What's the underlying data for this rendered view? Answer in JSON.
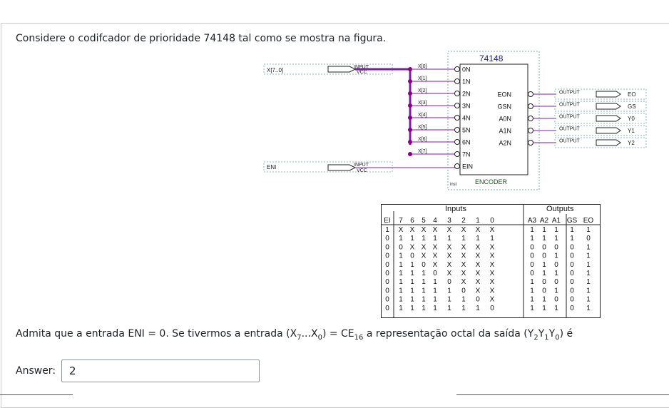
{
  "question": {
    "intro": "Considere o codifcador de prioridade 74148 tal como se mostra na figura.",
    "prompt_lead": "Admita que a entrada ENI = 0. Se tivermos a entrada (X",
    "prompt_sub7": "7",
    "prompt_dots": "...X",
    "prompt_sub0": "0",
    "prompt_eq": ") = CE",
    "prompt_sub16": "16",
    "prompt_mid": " a representação octal da saída (Y",
    "prompt_sub2": "2",
    "prompt_y1": "Y",
    "prompt_sub1": "1",
    "prompt_y0": "Y",
    "prompt_sub0b": "0",
    "prompt_tail": ") é"
  },
  "figure": {
    "input_bus": "X[7..0]",
    "input_en": "ENI",
    "input_tag": "INPUT",
    "vcc": "VCC",
    "chip_name": "74148",
    "chip_label": "ENCODER",
    "inst": "inst",
    "bus_taps": [
      "X[0]",
      "X[1]",
      "X[2]",
      "X[3]",
      "X[4]",
      "X[5]",
      "X[6]",
      "X[7]"
    ],
    "left_pins": [
      "0N",
      "1N",
      "2N",
      "3N",
      "4N",
      "5N",
      "6N",
      "7N",
      "EIN"
    ],
    "right_pins": [
      "EON",
      "GSN",
      "A0N",
      "A1N",
      "A2N"
    ],
    "output_tag": "OUTPUT",
    "outputs": [
      "EO",
      "GS",
      "Y0",
      "Y1",
      "Y2"
    ]
  },
  "truth_table": {
    "inputs_title": "Inputs",
    "outputs_title": "Outputs",
    "headers": [
      "EI",
      "7",
      "6",
      "5",
      "4",
      "3",
      "2",
      "1",
      "0",
      "A3",
      "A2",
      "A1",
      "GS",
      "EO"
    ],
    "rows": [
      [
        "1",
        "X",
        "X",
        "X",
        "X",
        "X",
        "X",
        "X",
        "X",
        "1",
        "1",
        "1",
        "1",
        "1"
      ],
      [
        "0",
        "1",
        "1",
        "1",
        "1",
        "1",
        "1",
        "1",
        "1",
        "1",
        "1",
        "1",
        "1",
        "0"
      ],
      [
        "0",
        "0",
        "X",
        "X",
        "X",
        "X",
        "X",
        "X",
        "X",
        "0",
        "0",
        "0",
        "0",
        "1"
      ],
      [
        "0",
        "1",
        "0",
        "X",
        "X",
        "X",
        "X",
        "X",
        "X",
        "0",
        "0",
        "1",
        "0",
        "1"
      ],
      [
        "0",
        "1",
        "1",
        "0",
        "X",
        "X",
        "X",
        "X",
        "X",
        "0",
        "1",
        "0",
        "0",
        "1"
      ],
      [
        "0",
        "1",
        "1",
        "1",
        "0",
        "X",
        "X",
        "X",
        "X",
        "0",
        "1",
        "1",
        "0",
        "1"
      ],
      [
        "0",
        "1",
        "1",
        "1",
        "1",
        "0",
        "X",
        "X",
        "X",
        "1",
        "0",
        "0",
        "0",
        "1"
      ],
      [
        "0",
        "1",
        "1",
        "1",
        "1",
        "1",
        "0",
        "X",
        "X",
        "1",
        "0",
        "1",
        "0",
        "1"
      ],
      [
        "0",
        "1",
        "1",
        "1",
        "1",
        "1",
        "1",
        "0",
        "X",
        "1",
        "1",
        "0",
        "0",
        "1"
      ],
      [
        "0",
        "1",
        "1",
        "1",
        "1",
        "1",
        "1",
        "1",
        "0",
        "1",
        "1",
        "1",
        "0",
        "1"
      ]
    ]
  },
  "answer": {
    "label": "Answer:",
    "value": "2"
  },
  "colors": {
    "wire": "#7a1fa2",
    "junction": "#8a008a",
    "text": "#1d2125",
    "border": "#8f959e"
  }
}
